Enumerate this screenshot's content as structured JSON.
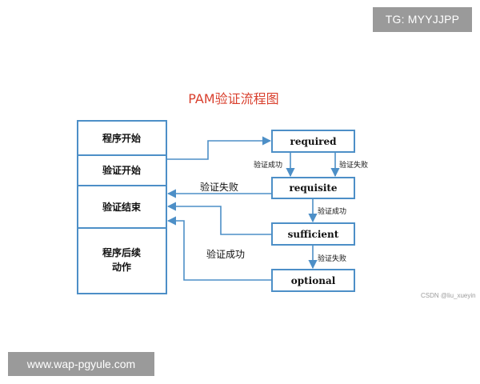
{
  "watermarks": {
    "top_right": "TG: MYYJJPP",
    "bottom_left": "www.wap-pgyule.com",
    "credit": "CSDN @liu_xueyin"
  },
  "diagram": {
    "title": "PAM验证流程图",
    "stages": {
      "program_start": "程序开始",
      "auth_start": "验证开始",
      "auth_end": "验证结束",
      "post_action_line1": "程序后续",
      "post_action_line2": "动作"
    },
    "modules": {
      "required": "required",
      "requisite": "requisite",
      "sufficient": "sufficient",
      "optional": "optional"
    },
    "edge_labels": {
      "required_success": "验证成功",
      "required_fail": "验证失败",
      "requisite_fail": "验证失败",
      "requisite_success": "验证成功",
      "sufficient_success": "验证成功",
      "sufficient_fail": "验证失败"
    }
  }
}
